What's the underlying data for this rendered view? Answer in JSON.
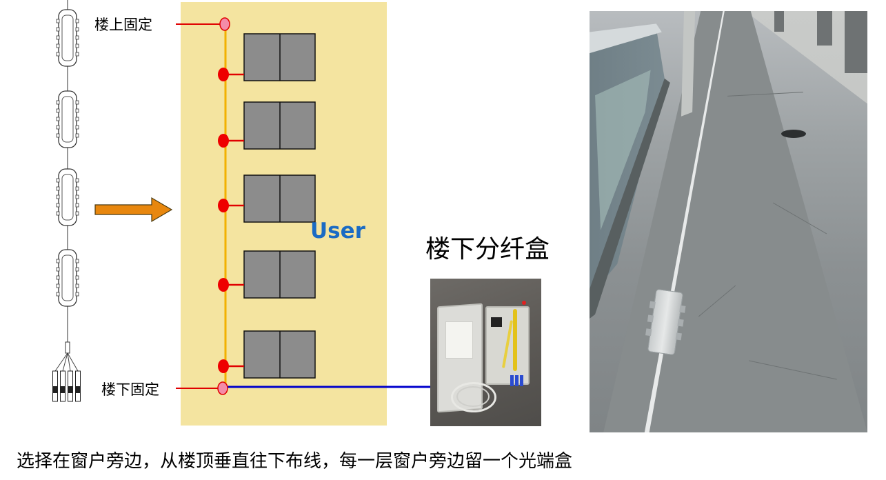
{
  "diagram": {
    "label_top_fixed": "楼上固定",
    "label_bottom_fixed": "楼下固定",
    "user_label": "User",
    "splitter_box_title": "楼下分纤盒",
    "caption": "选择在窗户旁边，从楼顶垂直往下布线，每一层窗户旁边留一个光端盒",
    "colors": {
      "building_bg": "#f4e4a0",
      "riser_cable": "#f2b100",
      "drop_line": "#e00000",
      "fixing_point": "#f48ca8",
      "terminal_dot": "#ee0000",
      "window_fill": "#8c8c8c",
      "feeder_line": "#0000cc",
      "arrow_fill": "#e8870e",
      "user_text": "#1a6bc4"
    },
    "floors": 5,
    "prefab_units": 4,
    "icons": [
      "right-arrow-icon",
      "prefab-cable-icon",
      "fixing-point-icon",
      "terminal-box-icon",
      "window-icon"
    ]
  }
}
